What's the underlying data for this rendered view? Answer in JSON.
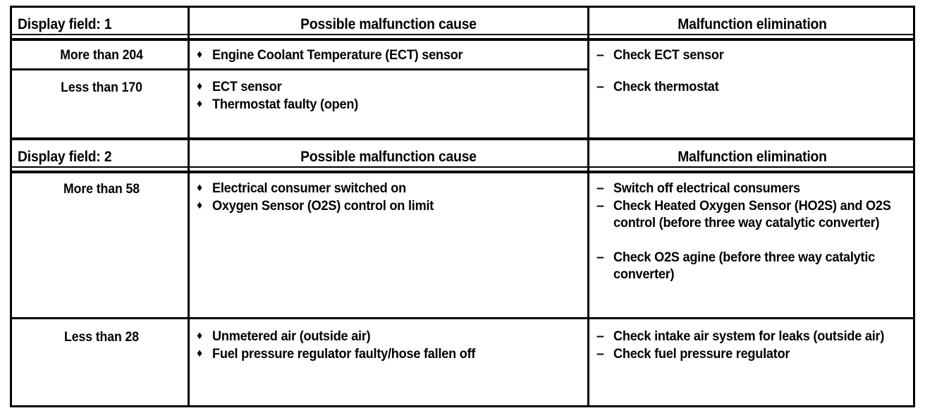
{
  "document": {
    "type": "diagnostic-table",
    "columns": [
      "Display field",
      "Possible malfunction cause",
      "Malfunction elimination"
    ]
  },
  "sections": [
    {
      "header": {
        "field_label": "Display field: 1",
        "cause_label": "Possible malfunction cause",
        "elimination_label": "Malfunction elimination"
      },
      "rows": [
        {
          "condition": "More than 204",
          "causes": [
            "Engine Coolant Temperature (ECT) sensor"
          ],
          "eliminations": [
            "Check ECT sensor"
          ]
        },
        {
          "condition": "Less than 170",
          "causes": [
            "ECT sensor",
            "Thermostat faulty (open)"
          ],
          "eliminations": [
            "Check thermostat"
          ]
        }
      ]
    },
    {
      "header": {
        "field_label": "Display field: 2",
        "cause_label": "Possible malfunction cause",
        "elimination_label": "Malfunction elimination"
      },
      "rows": [
        {
          "condition": "More than 58",
          "causes": [
            "Electrical consumer switched on",
            "Oxygen Sensor (O2S) control on limit"
          ],
          "eliminations": [
            "Switch off electrical consumers",
            "Check Heated Oxygen Sensor (HO2S) and O2S control (before three way catalytic converter)",
            "Check O2S agine (before three way catalytic converter)"
          ]
        },
        {
          "condition": "Less than 28",
          "causes": [
            "Unmetered air (outside air)",
            "Fuel pressure regulator faulty/hose fallen off"
          ],
          "eliminations": [
            "Check intake air system for leaks (outside air)",
            "Check fuel pressure regulator"
          ]
        }
      ]
    }
  ],
  "glyphs": {
    "diamond_bullet": "♦",
    "dash_bullet": "–"
  },
  "colors": {
    "ink": "#000000",
    "paper": "#ffffff"
  }
}
